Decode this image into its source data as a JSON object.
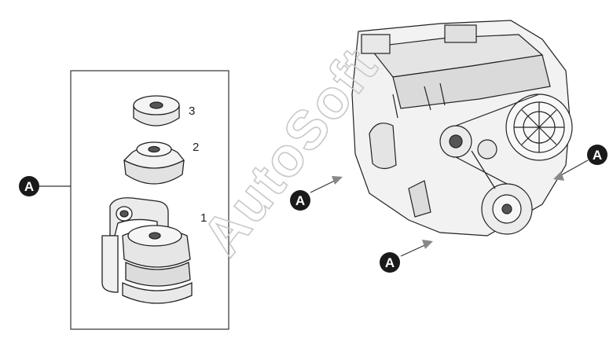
{
  "callouts": {
    "box_label": "A",
    "engine_arrow_left": "A",
    "engine_arrow_bottom": "A",
    "engine_arrow_right": "A"
  },
  "parts": [
    {
      "number": "3"
    },
    {
      "number": "2"
    },
    {
      "number": "1"
    }
  ],
  "watermark": "AutoSoft"
}
